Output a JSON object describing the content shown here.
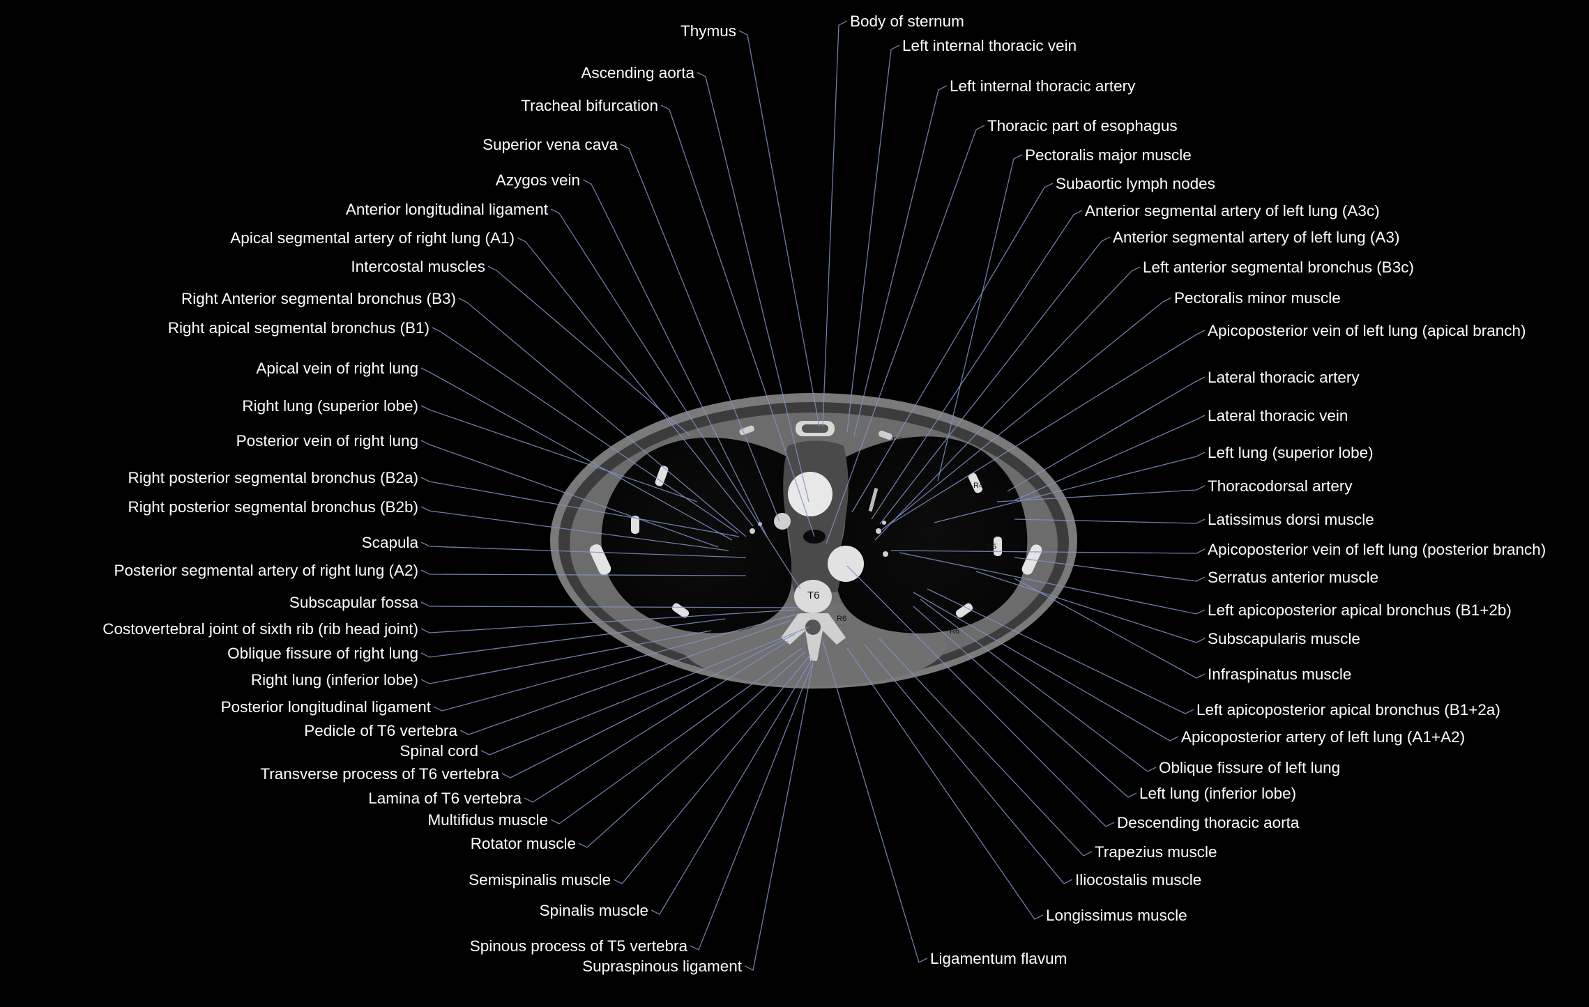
{
  "labels_left": [
    "Thymus",
    "Ascending aorta",
    "Tracheal bifurcation",
    "Superior vena cava",
    "Azygos vein",
    "Anterior longitudinal ligament",
    "Apical segmental artery of right lung (A1)",
    "Intercostal muscles",
    "Right Anterior segmental bronchus (B3)",
    "Right apical segmental bronchus (B1)",
    "Apical vein of right lung",
    "Right lung (superior lobe)",
    "Posterior vein of right lung",
    "Right posterior segmental bronchus (B2a)",
    "Right posterior segmental bronchus (B2b)",
    "Scapula",
    "Posterior segmental artery of right lung (A2)",
    "Subscapular fossa",
    "Costovertebral joint of sixth rib (rib head joint)",
    "Oblique fissure of right lung",
    "Right lung  (inferior lobe)",
    "Posterior longitudinal ligament",
    "Pedicle of T6 vertebra",
    "Spinal cord",
    "Transverse process of T6 vertebra",
    "Lamina of T6 vertebra",
    "Multifidus muscle",
    "Rotator muscle",
    "Semispinalis muscle",
    "Spinalis muscle",
    "Spinous process of T5 vertebra",
    "Supraspinous ligament"
  ],
  "labels_right": [
    "Body of sternum",
    "Left internal thoracic vein",
    "Left internal thoracic artery",
    "Thoracic part of esophagus",
    "Pectoralis major muscle",
    "Subaortic lymph nodes",
    "Anterior segmental artery of left lung (A3c)",
    "Anterior segmental artery of left lung (A3)",
    "Left anterior segmental bronchus (B3c)",
    "Pectoralis minor muscle",
    "Apicoposterior vein of left lung (apical branch)",
    "Lateral thoracic artery",
    "Lateral thoracic vein",
    "Left lung (superior lobe)",
    "Thoracodorsal artery",
    "Latissimus dorsi muscle",
    "Apicoposterior vein of left lung (posterior branch)",
    "Serratus anterior muscle",
    "Left apicoposterior apical bronchus (B1+2b)",
    "Subscapularis muscle",
    "Infraspinatus muscle",
    "Left apicoposterior apical bronchus (B1+2a)",
    "Apicoposterior artery of left lung (A1+A2)",
    "Oblique fissure of left lung",
    "Left lung (inferior lobe)",
    "Descending thoracic aorta",
    "Trapezius muscle",
    "Iliocostalis muscle",
    "Longissimus muscle",
    "Ligamentum flavum"
  ],
  "image_tags": {
    "vertebra": "T6",
    "rib_r3": "R3",
    "rib_r4": "R4",
    "rib_r5": "R5",
    "rib_r6_right": "R6",
    "rib_r6_left": "R6"
  },
  "colors": {
    "background": "#000000",
    "leader_line": "#7f93c9",
    "label_text": "#ffffff"
  }
}
